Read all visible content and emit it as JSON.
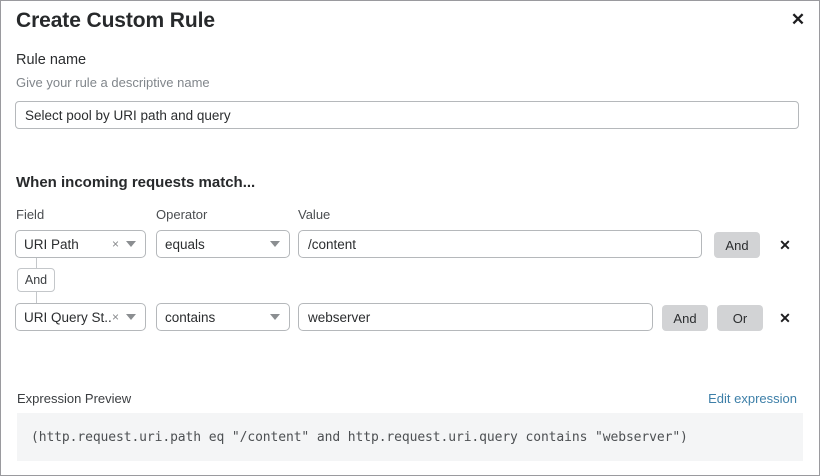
{
  "dialog": {
    "title": "Create Custom Rule",
    "close_icon": "close-icon"
  },
  "rule_name": {
    "label": "Rule name",
    "help": "Give your rule a descriptive name",
    "value": "Select pool by URI path and query",
    "placeholder": "Select pool by URI path and query"
  },
  "match_section": {
    "heading": "When incoming requests match...",
    "columns": {
      "field": "Field",
      "operator": "Operator",
      "value": "Value"
    },
    "connector": {
      "label": "And"
    },
    "rows": [
      {
        "field": "URI Path",
        "field_clear": "×",
        "operator": "equals",
        "value": "/content",
        "buttons": [
          "And"
        ],
        "remove_icon": "✕"
      },
      {
        "field": "URI Query St...",
        "field_clear": "×",
        "operator": "contains",
        "value": "webserver",
        "buttons": [
          "And",
          "Or"
        ],
        "remove_icon": "✕"
      }
    ]
  },
  "expression_preview": {
    "label": "Expression Preview",
    "edit_link": "Edit expression",
    "expression": "(http.request.uri.path eq \"/content\" and http.request.uri.query contains \"webserver\")"
  },
  "colors": {
    "link": "#3d7fa8",
    "button_gray": "#d2d3d5",
    "code_bg": "#f4f5f6",
    "border": "#b5b8bb"
  }
}
